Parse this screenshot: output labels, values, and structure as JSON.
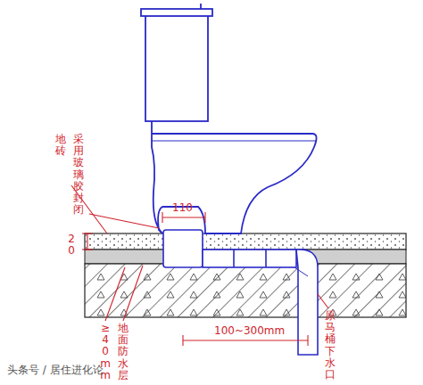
{
  "diagram": {
    "labels": [
      "地砖",
      "采用玻璃胶封闭",
      "20",
      "110",
      "≥40mm",
      "地面防水层",
      "100~300mm",
      "原马桶下水口",
      "头条号 / 居住进化论"
    ]
  }
}
